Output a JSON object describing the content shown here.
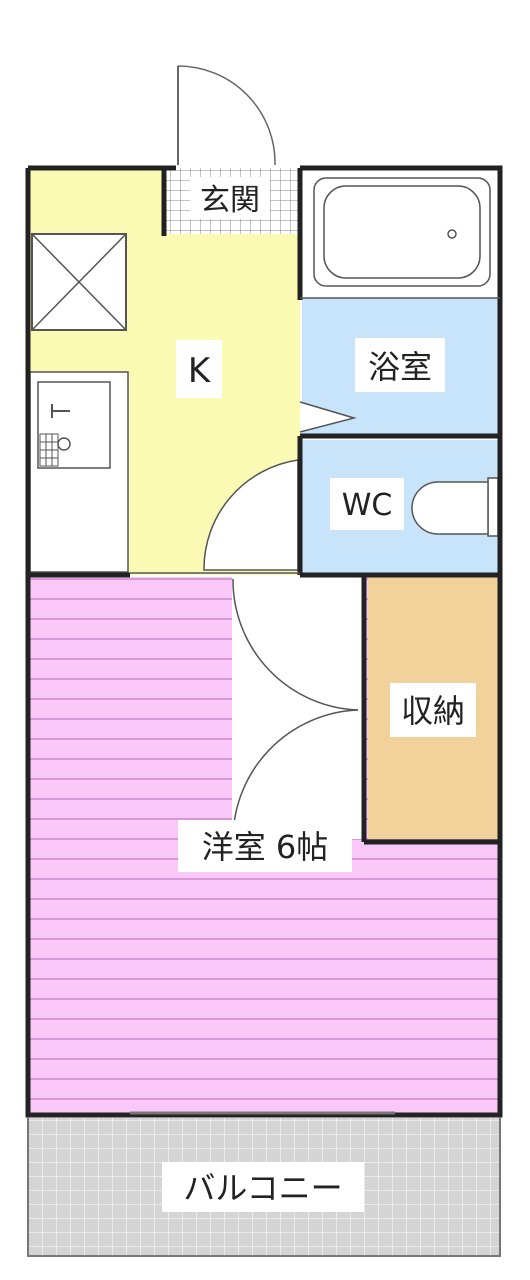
{
  "rooms": {
    "entrance": "玄関",
    "kitchen": "K",
    "bath": "浴室",
    "toilet": "WC",
    "storage": "収納",
    "western_room": "洋室 6帖",
    "balcony": "バルコニー"
  },
  "colors": {
    "kitchen": "#fafab4",
    "bath": "#c8e4fa",
    "western_room": "#fac8f8",
    "western_room_lines": "#c27bc2",
    "storage": "#f0d29a",
    "balcony": "#d4d4d4",
    "wall": "#222222"
  }
}
